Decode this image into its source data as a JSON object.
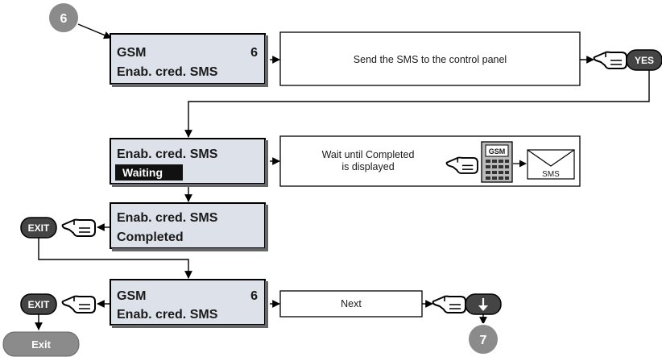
{
  "start_step": "6",
  "end_step": "7",
  "lcd_1": {
    "line1": "GSM",
    "line1_right": "6",
    "line2": "Enab. cred. SMS"
  },
  "box_send": "Send the SMS to the control panel",
  "yes_button": "YES",
  "lcd_2": {
    "line1": "Enab. cred. SMS",
    "status": "Waiting"
  },
  "box_wait": {
    "line1": "Wait until Completed",
    "line2": "is displayed"
  },
  "phone_label": "GSM",
  "sms_label": "SMS",
  "lcd_3": {
    "line1": "Enab. cred. SMS",
    "line2": "Completed"
  },
  "exit_button": "EXIT",
  "lcd_4": {
    "line1": "GSM",
    "line1_right": "6",
    "line2": "Enab. cred. SMS"
  },
  "box_next": "Next",
  "exit_label": "Exit",
  "colors": {
    "lcd_bg": "#dde1ea",
    "circle": "#8b8b8b",
    "button": "#444444"
  },
  "icons": [
    "pointing-hand-icon",
    "arrow-down-icon",
    "envelope-icon",
    "phone-keypad-icon"
  ]
}
